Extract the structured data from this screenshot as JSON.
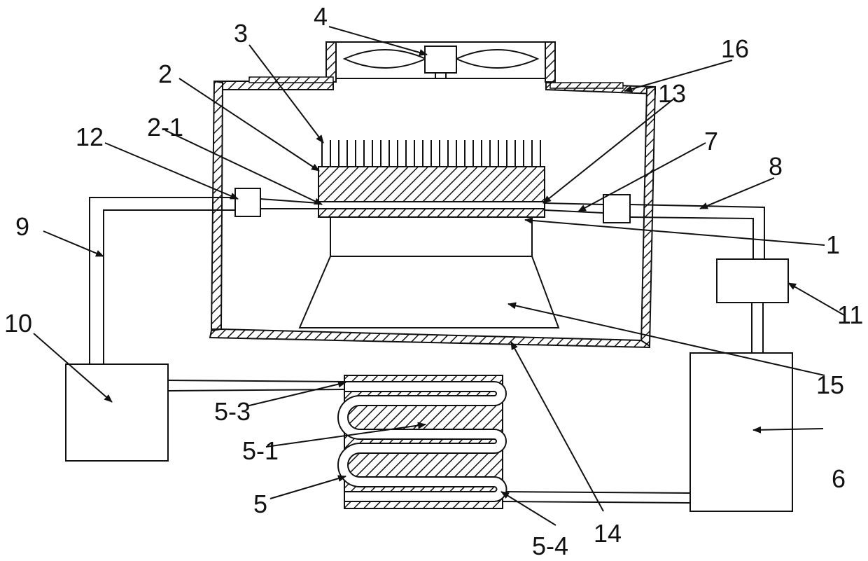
{
  "labels": {
    "l1": "1",
    "l2": "2",
    "l2_1": "2-1",
    "l3": "3",
    "l4": "4",
    "l5": "5",
    "l5_1": "5-1",
    "l5_3": "5-3",
    "l5_4": "5-4",
    "l6": "6",
    "l7": "7",
    "l8": "8",
    "l9": "9",
    "l10": "10",
    "l11": "11",
    "l12": "12",
    "l13": "13",
    "l14": "14",
    "l15": "15",
    "l16": "16"
  },
  "colors": {
    "line": "#111111",
    "hatch": "#111111",
    "background": "#ffffff"
  }
}
